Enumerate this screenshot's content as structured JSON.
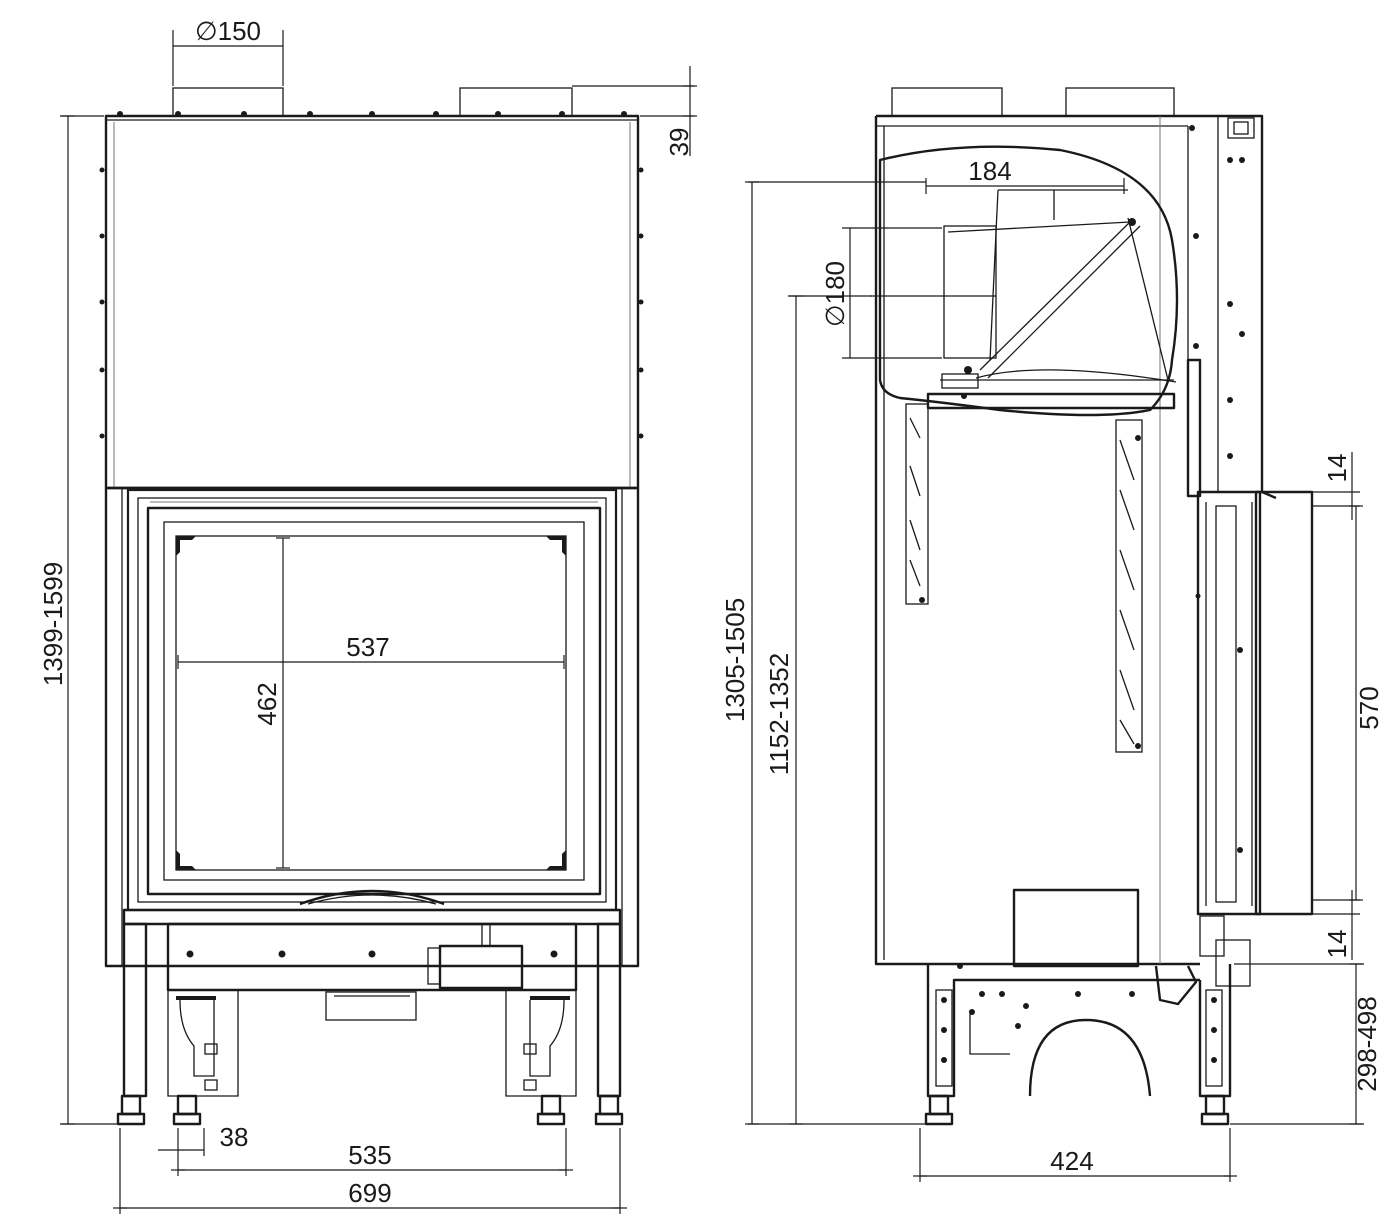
{
  "front_view": {
    "flue_diameter": "∅150",
    "collar_height": "39",
    "total_height_range": "1399-1599",
    "glass_width": "537",
    "glass_height": "462",
    "foot_width": "38",
    "feet_spacing": "535",
    "overall_width": "699"
  },
  "side_view": {
    "flue_offset": "184",
    "air_inlet_diameter": "∅180",
    "height_range_outer": "1305-1505",
    "height_range_inner": "1152-1352",
    "frame_top_gap": "14",
    "door_height": "570",
    "frame_bottom_gap": "14",
    "base_height_range": "298-498",
    "overall_depth": "424"
  }
}
